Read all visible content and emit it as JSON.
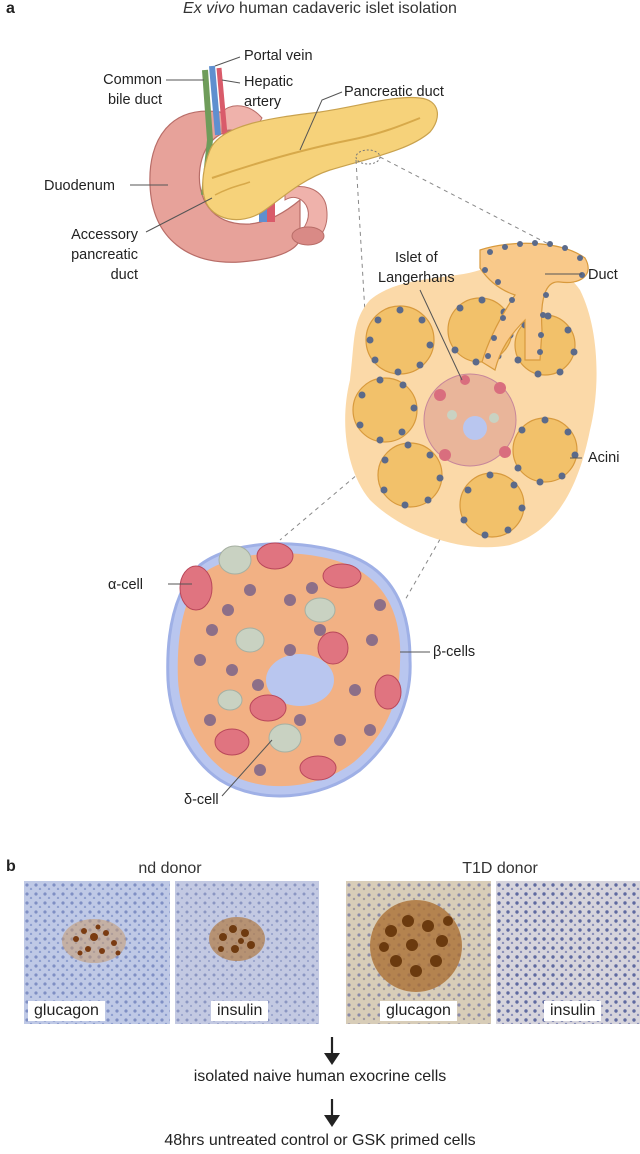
{
  "panel_a": {
    "letter": "a",
    "title_italic": "Ex vivo",
    "title_rest": " human cadaveric islet isolation",
    "labels": {
      "portal_vein": "Portal vein",
      "common_bile_duct": "Common\nbile duct",
      "hepatic_artery": "Hepatic\nartery",
      "pancreatic_duct": "Pancreatic duct",
      "duodenum": "Duodenum",
      "accessory_duct": "Accessory\npancreatic\nduct",
      "islet": "Islet of\nLangerhans",
      "duct": "Duct",
      "acini": "Acini",
      "alpha_cell": "α-cell",
      "beta_cells": "β-cells",
      "delta_cell": "δ-cell"
    }
  },
  "panel_b": {
    "letter": "b",
    "nd_donor": "nd donor",
    "t1d_donor": "T1D donor",
    "stains": [
      "glucagon",
      "insulin",
      "glucagon",
      "insulin"
    ],
    "step1": "isolated naive human exocrine cells",
    "step2": "48hrs untreated control or GSK primed cells"
  },
  "colors": {
    "pancreas": "#f6d27a",
    "duodenum": "#e7a29a",
    "acinus": "#f2c16a",
    "nucleus": "#5b6a8a",
    "beta_cell": "#f2b184",
    "alpha_cell": "#e07480",
    "delta_cell": "#c9d2c2",
    "lumen": "#b9c6ef"
  }
}
